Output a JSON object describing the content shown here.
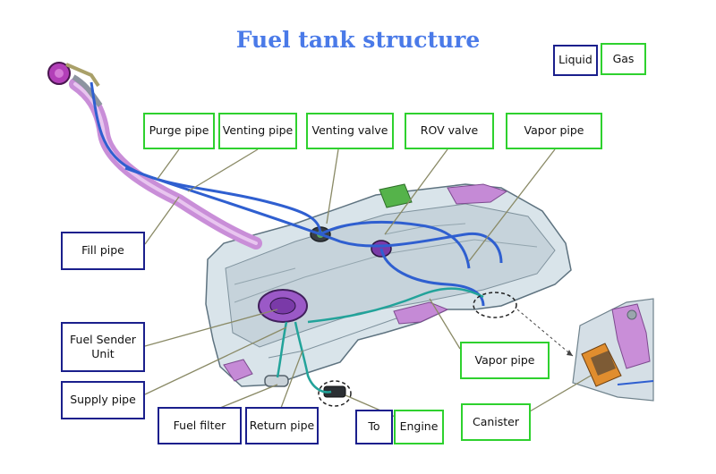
{
  "title": "Fuel tank structure",
  "colors": {
    "title": "#4a7ae8",
    "gas_border": "#2ed12e",
    "liquid_border": "#1a1f8c",
    "leader": "#8a8a66"
  },
  "legend": {
    "liquid": "Liquid",
    "gas": "Gas"
  },
  "labels": {
    "purge_pipe": "Purge pipe",
    "venting_pipe": "Venting pipe",
    "venting_valve": "Venting valve",
    "rov_valve": "ROV valve",
    "vapor_pipe_top": "Vapor pipe",
    "fill_pipe": "Fill pipe",
    "fuel_sender_unit": "Fuel Sender Unit",
    "supply_pipe": "Supply pipe",
    "fuel_filter": "Fuel filter",
    "return_pipe": "Return pipe",
    "to": "To",
    "engine": "Engine",
    "vapor_pipe_bottom": "Vapor pipe",
    "canister": "Canister"
  }
}
